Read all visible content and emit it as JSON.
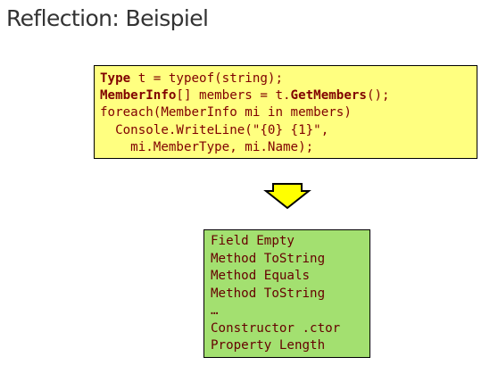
{
  "slide": {
    "title": "Reflection: Beispiel"
  },
  "code": {
    "line1": {
      "kw": "Type",
      "rest": " t = typeof(string);"
    },
    "line2": {
      "kw": "MemberInfo",
      "mid": "[] members = t.",
      "kw2": "GetMembers",
      "rest": "();"
    },
    "line3": "foreach(MemberInfo mi in members)",
    "line4": "  Console.WriteLine(\"{0} {1}\",",
    "line5": "    mi.MemberType, mi.Name);"
  },
  "arrow": {
    "icon": "down-arrow-icon",
    "fill": "#ffff00",
    "stroke": "#000000"
  },
  "output": {
    "lines": [
      "Field Empty",
      "Method ToString",
      "Method Equals",
      "Method ToString",
      "…",
      "Constructor .ctor",
      "Property Length"
    ]
  },
  "colors": {
    "code_background": "#ffff80",
    "code_text": "#800000",
    "output_background": "#a3e070",
    "output_text": "#660000",
    "title_text": "#333333"
  }
}
